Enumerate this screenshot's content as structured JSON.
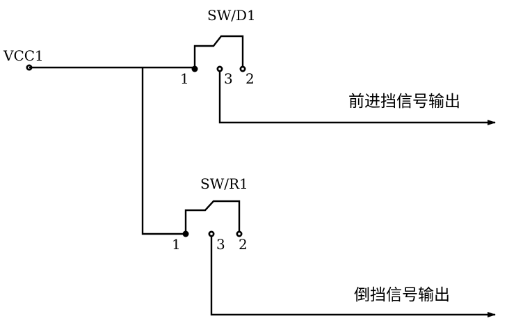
{
  "power": {
    "label": "VCC1"
  },
  "switches": [
    {
      "id": "forward",
      "name": "SW/D1",
      "pins": [
        "1",
        "3",
        "2"
      ],
      "output_label": "前进挡信号输出"
    },
    {
      "id": "reverse",
      "name": "SW/R1",
      "pins": [
        "1",
        "3",
        "2"
      ],
      "output_label": "倒挡信号输出"
    }
  ]
}
